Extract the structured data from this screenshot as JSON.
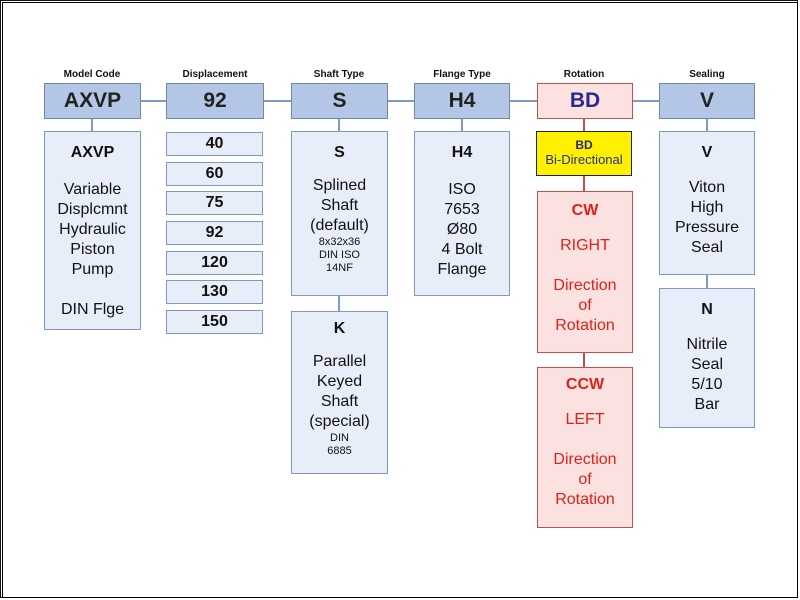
{
  "columns": [
    {
      "label": "Model Code",
      "header": "AXVP",
      "boxes": [
        {
          "code": "AXVP",
          "desc": "Variable\nDisplcmnt\nHydraulic\nPiston\nPump\n\nDIN Flge"
        }
      ]
    },
    {
      "label": "Displacement",
      "header": "92",
      "options": [
        "40",
        "60",
        "75",
        "92",
        "120",
        "130",
        "150"
      ]
    },
    {
      "label": "Shaft Type",
      "header": "S",
      "boxes": [
        {
          "code": "S",
          "desc": "Splined\nShaft\n(default)",
          "note": "8x32x36\nDIN ISO\n14NF"
        },
        {
          "code": "K",
          "desc": "Parallel\nKeyed\nShaft\n(special)",
          "note": "DIN\n6885"
        }
      ]
    },
    {
      "label": "Flange Type",
      "header": "H4",
      "boxes": [
        {
          "code": "H4",
          "desc": "ISO\n7653\nØ80\n4 Bolt\nFlange"
        }
      ]
    },
    {
      "label": "Rotation",
      "header": "BD",
      "highlight": {
        "code": "BD",
        "desc": "Bi-Directional"
      },
      "boxes": [
        {
          "code": "CW",
          "desc": "RIGHT\n\nDirection\nof\nRotation"
        },
        {
          "code": "CCW",
          "desc": "LEFT\n\nDirection\nof\nRotation"
        }
      ]
    },
    {
      "label": "Sealing",
      "header": "V",
      "boxes": [
        {
          "code": "V",
          "desc": "Viton\nHigh\nPressure\nSeal"
        },
        {
          "code": "N",
          "desc": "Nitrile\nSeal\n5/10\nBar"
        }
      ]
    }
  ],
  "colors": {
    "header_fill": "#b3c6e6",
    "box_fill": "#e7eef9",
    "line_blue": "#7f9bc4",
    "rotation_fill": "#fbe2e0",
    "rotation_text": "#e0211b",
    "highlight_fill": "#fff000",
    "bd_text": "#2a2a8c"
  }
}
